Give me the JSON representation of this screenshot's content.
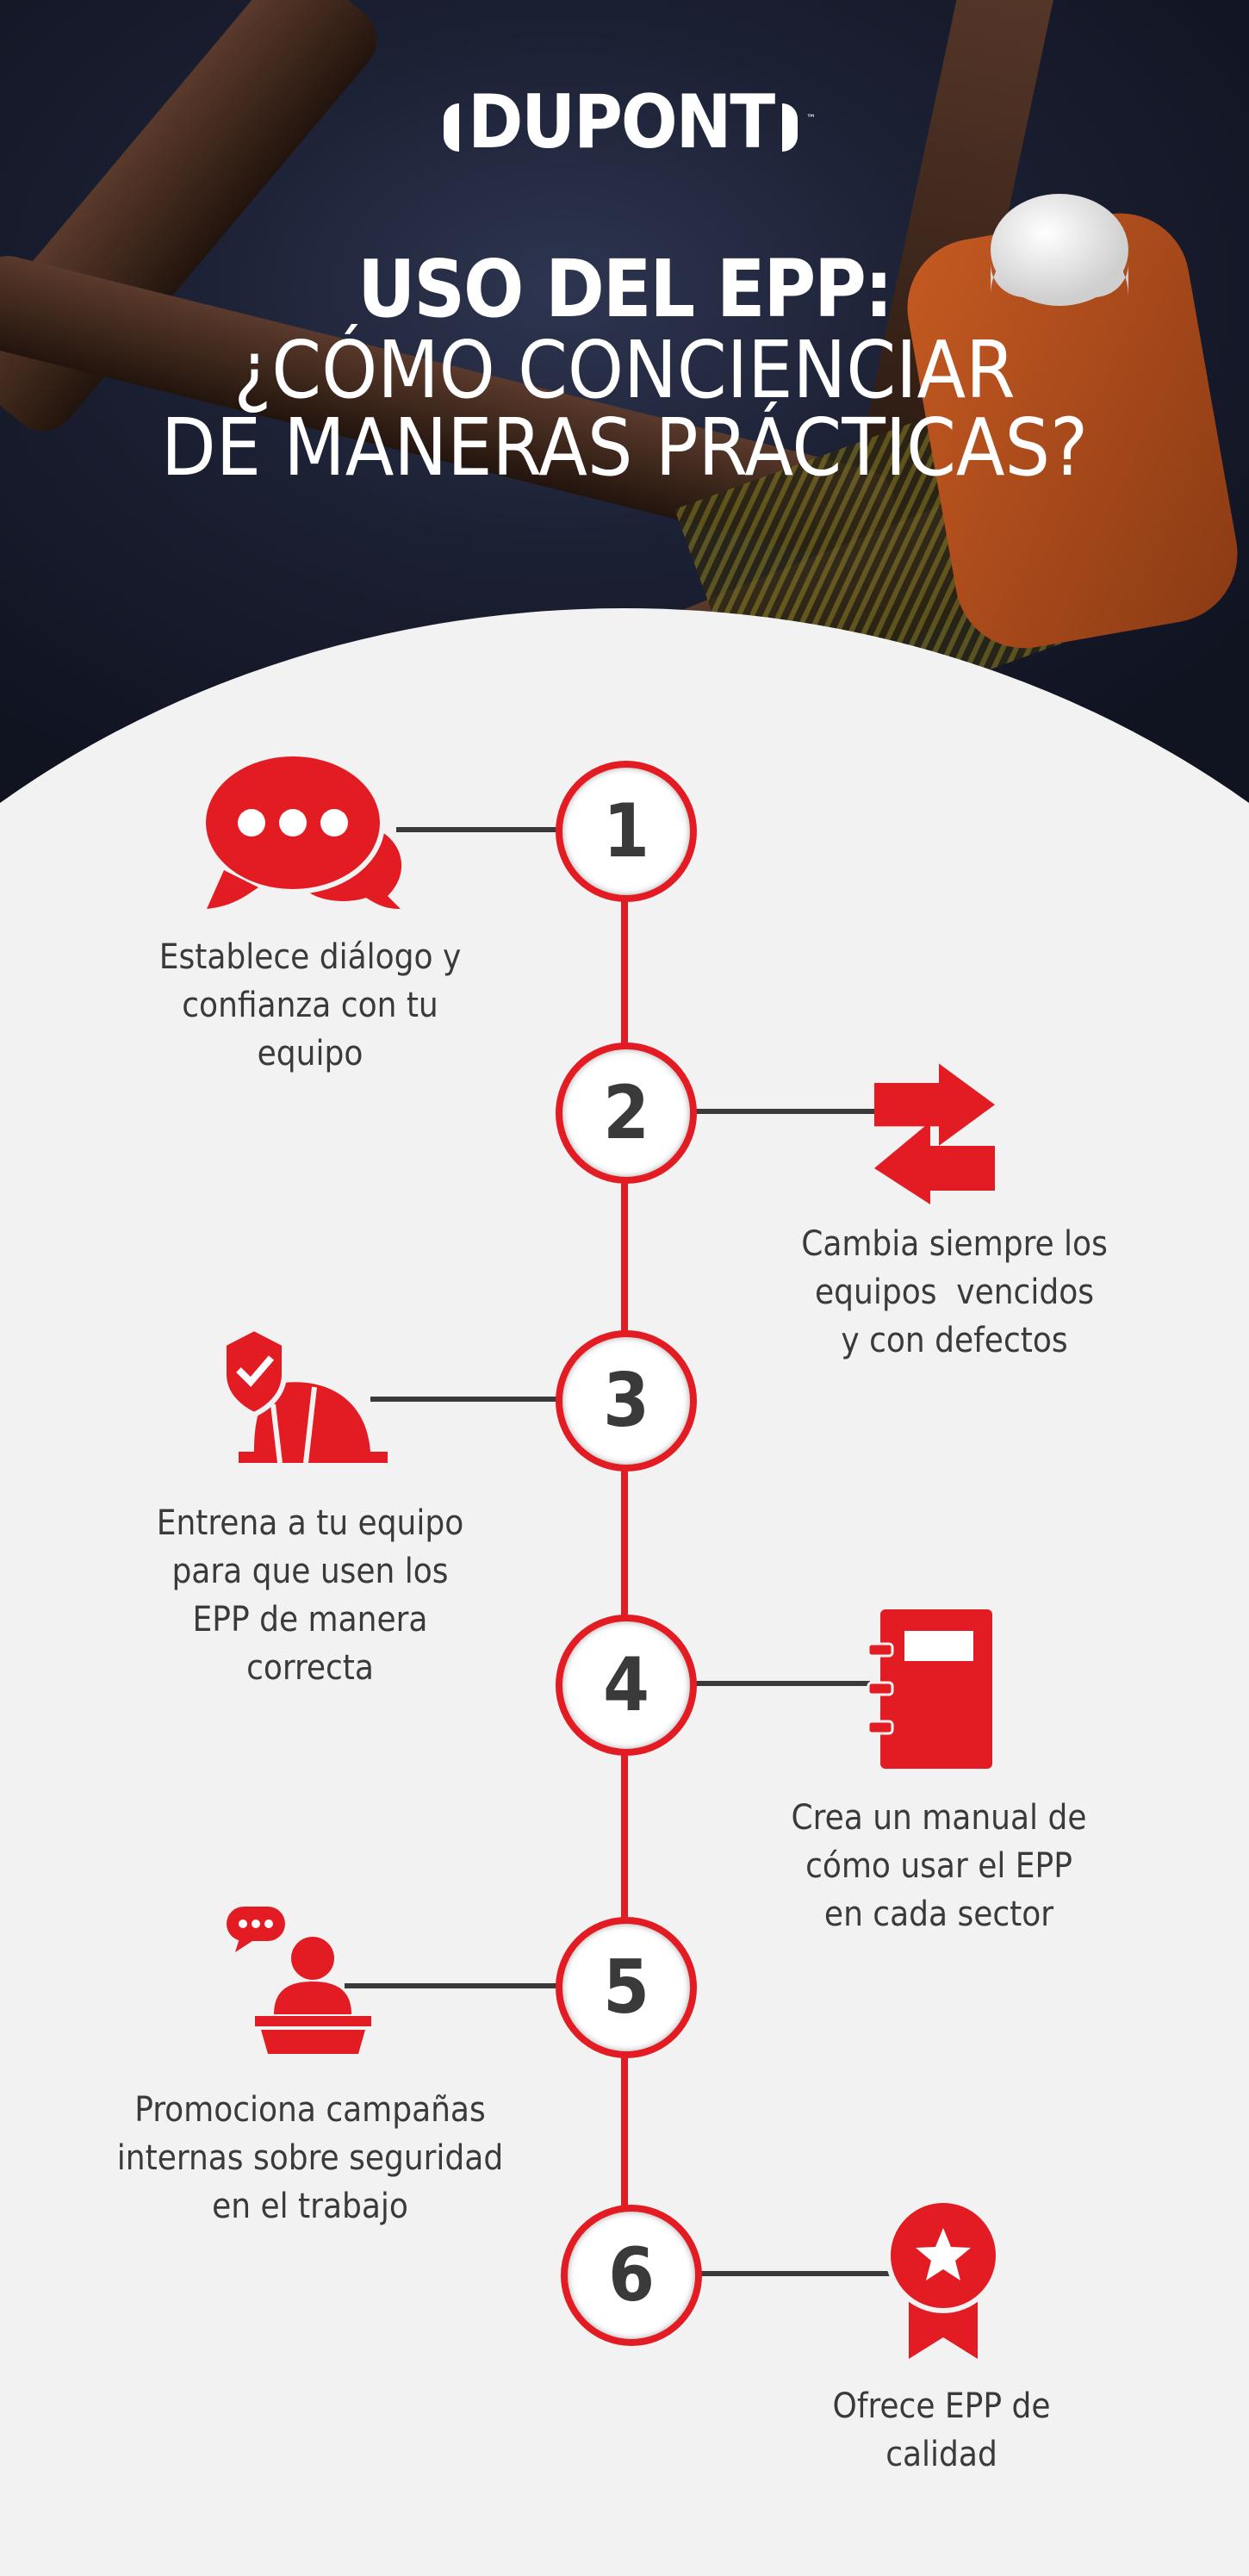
{
  "brand": {
    "logo": "DUPONT",
    "trademark": "™"
  },
  "title": {
    "line1": "USO DEL EPP:",
    "line2": "¿CÓMO CONCIENCIAR",
    "line3": "DE MANERAS PRÁCTICAS?"
  },
  "colors": {
    "accent": "#e31b23",
    "text": "#3a3a3a",
    "background": "#f2f2f2"
  },
  "steps": [
    {
      "number": "1",
      "icon": "speech-bubbles-icon",
      "lines": [
        "Establece diálogo y",
        "confianza con tu",
        "equipo"
      ]
    },
    {
      "number": "2",
      "icon": "exchange-arrows-icon",
      "lines": [
        "Cambia siempre los",
        "equipos  vencidos",
        "y con defectos"
      ]
    },
    {
      "number": "3",
      "icon": "shield-helmet-icon",
      "lines": [
        "Entrena a tu equipo",
        "para que usen los",
        "EPP de manera",
        "correcta"
      ]
    },
    {
      "number": "4",
      "icon": "manual-book-icon",
      "lines": [
        "Crea un manual de",
        "cómo usar el EPP",
        "en cada sector"
      ]
    },
    {
      "number": "5",
      "icon": "speaker-podium-icon",
      "lines": [
        "Promociona campañas",
        "internas sobre seguridad",
        "en el trabajo"
      ]
    },
    {
      "number": "6",
      "icon": "award-badge-icon",
      "lines": [
        "Ofrece EPP de",
        "calidad"
      ]
    }
  ]
}
